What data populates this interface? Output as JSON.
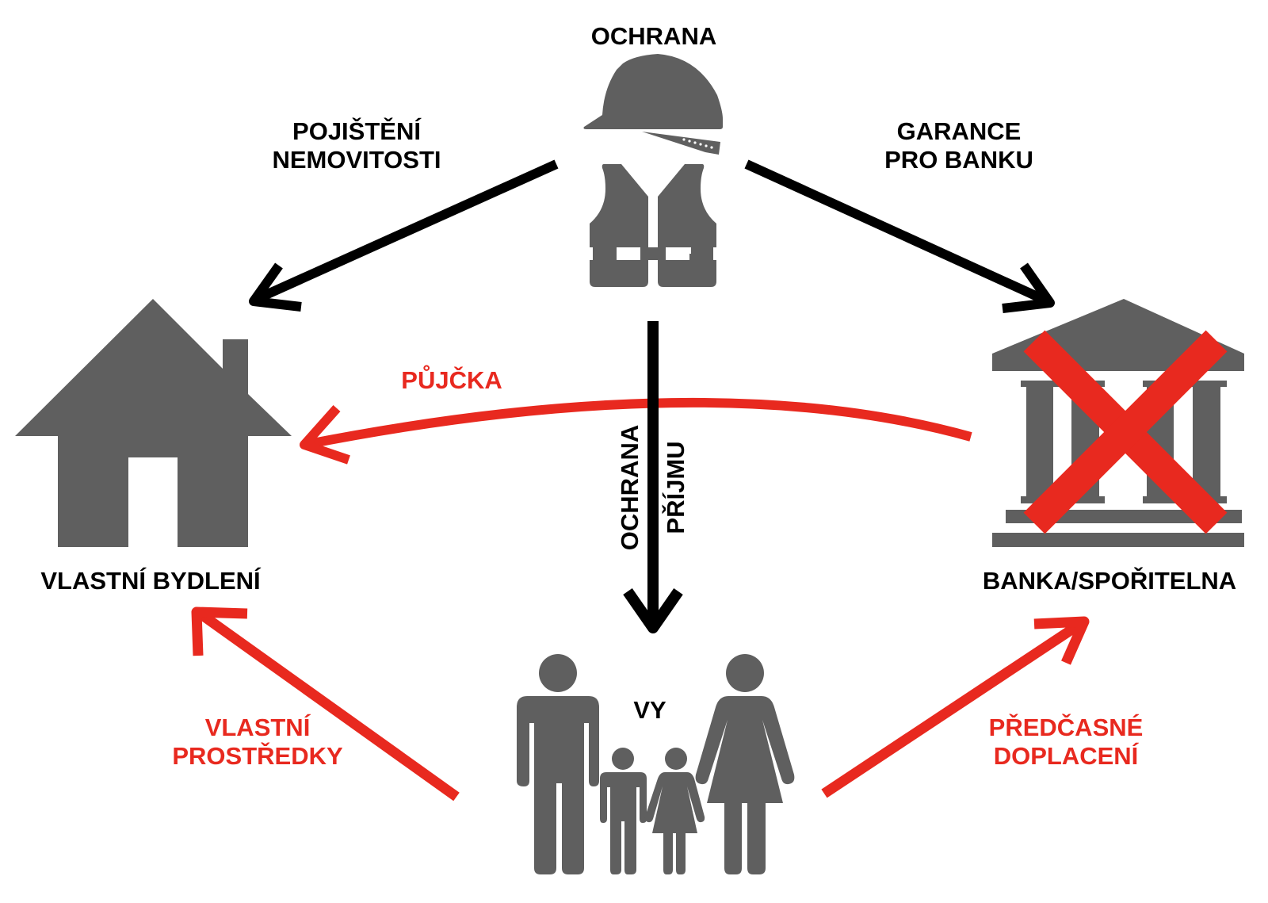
{
  "diagram": {
    "title": "OCHRANA",
    "nodes": {
      "protection": {
        "label": "OCHRANA",
        "icons": [
          "hard-hat-icon",
          "safety-vest-icon"
        ]
      },
      "home": {
        "label": "VLASTNÍ BYDLENÍ",
        "icon": "house-icon"
      },
      "bank": {
        "label": "BANKA/SPOŘITELNA",
        "icon": "bank-icon",
        "crossed_out": true
      },
      "family": {
        "label": "VY",
        "icon": "family-icon"
      }
    },
    "edges": {
      "insurance": {
        "from": "OCHRANA",
        "to": "VLASTNÍ BYDLENÍ",
        "lines": [
          "POJIŠTĚNÍ",
          "NEMOVITOSTI"
        ]
      },
      "guarantee": {
        "from": "OCHRANA",
        "to": "BANKA/SPOŘITELNA",
        "lines": [
          "GARANCE",
          "PRO BANKU"
        ]
      },
      "income": {
        "from": "OCHRANA",
        "to": "VY",
        "lines": [
          "OCHRANA",
          "PŘÍJMU"
        ]
      },
      "loan": {
        "from": "BANKA/SPOŘITELNA",
        "to": "VLASTNÍ BYDLENÍ",
        "label": "PŮJČKA"
      },
      "own_funds": {
        "from": "VY",
        "to": "VLASTNÍ BYDLENÍ",
        "lines": [
          "VLASTNÍ",
          "PROSTŘEDKY"
        ]
      },
      "early_repayment": {
        "from": "VY",
        "to": "BANKA/SPOŘITELNA",
        "lines": [
          "PŘEDČASNÉ",
          "DOPLACENÍ"
        ]
      }
    },
    "colors": {
      "icon": "#5f5f5f",
      "arrow_black": "#000000",
      "arrow_red": "#e8291f",
      "cross": "#e8291f",
      "background": "#ffffff"
    }
  }
}
